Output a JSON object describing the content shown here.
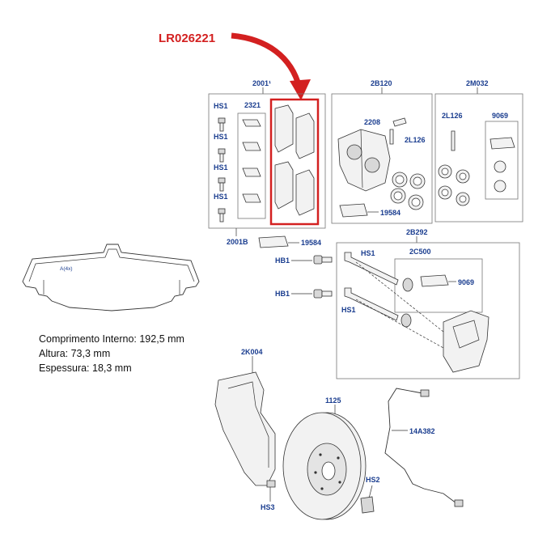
{
  "highlight": {
    "part_number": "LR026221",
    "color": "#d32020"
  },
  "label_color": "#1a3d8f",
  "labels": {
    "l_20018": "2001¹",
    "l_2321": "2321",
    "l_hs1_a": "HS1",
    "l_hs1_b": "HS1",
    "l_hs1_c": "HS1",
    "l_hs1_d": "HS1",
    "l_20018b": "2001B",
    "l_19584a": "19584",
    "l_2b120": "2B120",
    "l_2208": "2208",
    "l_2l126a": "2L126",
    "l_19584b": "19584",
    "l_2m032": "2M032",
    "l_2l126b": "2L126",
    "l_9069a": "9069",
    "l_2b292": "2B292",
    "l_hb1a": "HB1",
    "l_hs1_e": "HS1",
    "l_2c500": "2C500",
    "l_9069b": "9069",
    "l_hb1b": "HB1",
    "l_hs1_f": "HS1",
    "l_2k004": "2K004",
    "l_1125": "1125",
    "l_14a382": "14A382",
    "l_hs3": "HS3",
    "l_hs2": "HS2",
    "l_pad": "A(4x)"
  },
  "specs": {
    "internal_length": "Comprimento Interno: 192,5 mm",
    "height": "Altura: 73,3 mm",
    "thickness": "Espessura: 18,3 mm"
  }
}
